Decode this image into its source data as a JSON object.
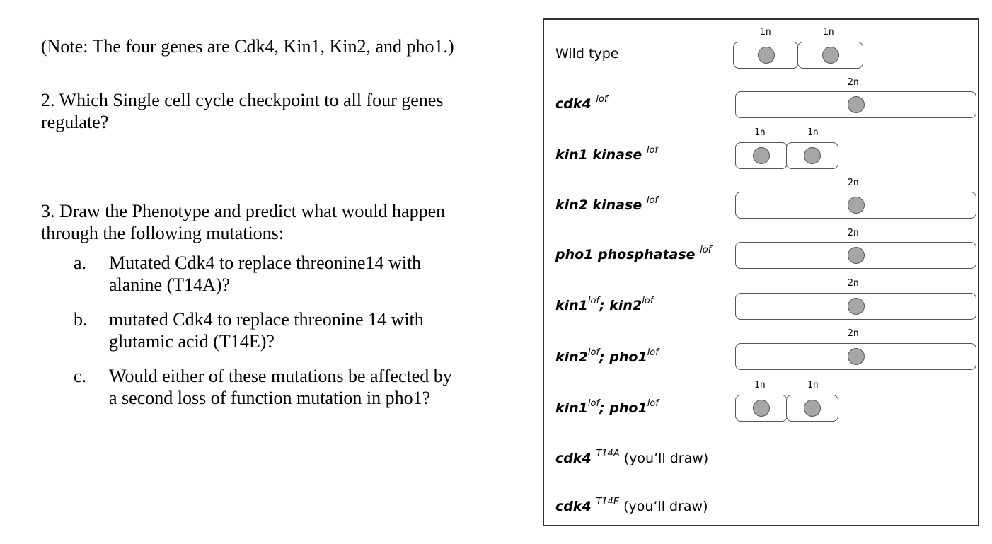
{
  "note": "(Note: The four genes are Cdk4, Kin1, Kin2, and pho1.)",
  "q2": {
    "line1": "2. Which Single cell cycle checkpoint to all four genes",
    "line2": "regulate?"
  },
  "q3": {
    "line1": "3. Draw the Phenotype and predict what would happen",
    "line2": "through the following mutations:",
    "items": [
      {
        "marker": "a.",
        "line1": "Mutated Cdk4 to replace threonine14 with",
        "line2": "alanine (T14A)?"
      },
      {
        "marker": "b.",
        "line1": "mutated Cdk4 to replace threonine 14 with",
        "line2": "glutamic acid (T14E)?"
      },
      {
        "marker": "c.",
        "line1": "Would either of these mutations be affected by",
        "line2": "a second loss of function mutation in pho1?"
      }
    ]
  },
  "panel": {
    "wild_type": {
      "label": "Wild type",
      "ploidy": [
        "1n",
        "1n"
      ]
    },
    "cdk4": {
      "gene": "cdk4",
      "sup": "lof",
      "ploidy": "2n"
    },
    "kin1": {
      "gene": "kin1 kinase",
      "sup": "lof",
      "ploidy": [
        "1n",
        "1n"
      ]
    },
    "kin2": {
      "gene": "kin2 kinase",
      "sup": "lof",
      "ploidy": "2n"
    },
    "pho1": {
      "gene": "pho1 phosphatase",
      "sup": "lof",
      "ploidy": "2n"
    },
    "kin1_kin2": {
      "g1": "kin1",
      "s1": "lof",
      "sep": "; ",
      "g2": "kin2",
      "s2": "lof",
      "ploidy": "2n"
    },
    "kin2_pho1": {
      "g1": "kin2",
      "s1": "lof",
      "sep": "; ",
      "g2": "pho1",
      "s2": "lof",
      "ploidy": "2n"
    },
    "kin1_pho1": {
      "g1": "kin1",
      "s1": "lof",
      "sep": "; ",
      "g2": "pho1",
      "s2": "lof",
      "ploidy": [
        "1n",
        "1n"
      ]
    },
    "cdk4_t14a": {
      "gene": "cdk4 ",
      "sup": "T14A",
      "note": " (you’ll draw)"
    },
    "cdk4_t14e": {
      "gene": "cdk4 ",
      "sup": "T14E",
      "note": " (you’ll draw)"
    }
  },
  "colors": {
    "nucleus_fill": "#a6a6a6",
    "outline": "#555555",
    "panel_border": "#333333"
  }
}
